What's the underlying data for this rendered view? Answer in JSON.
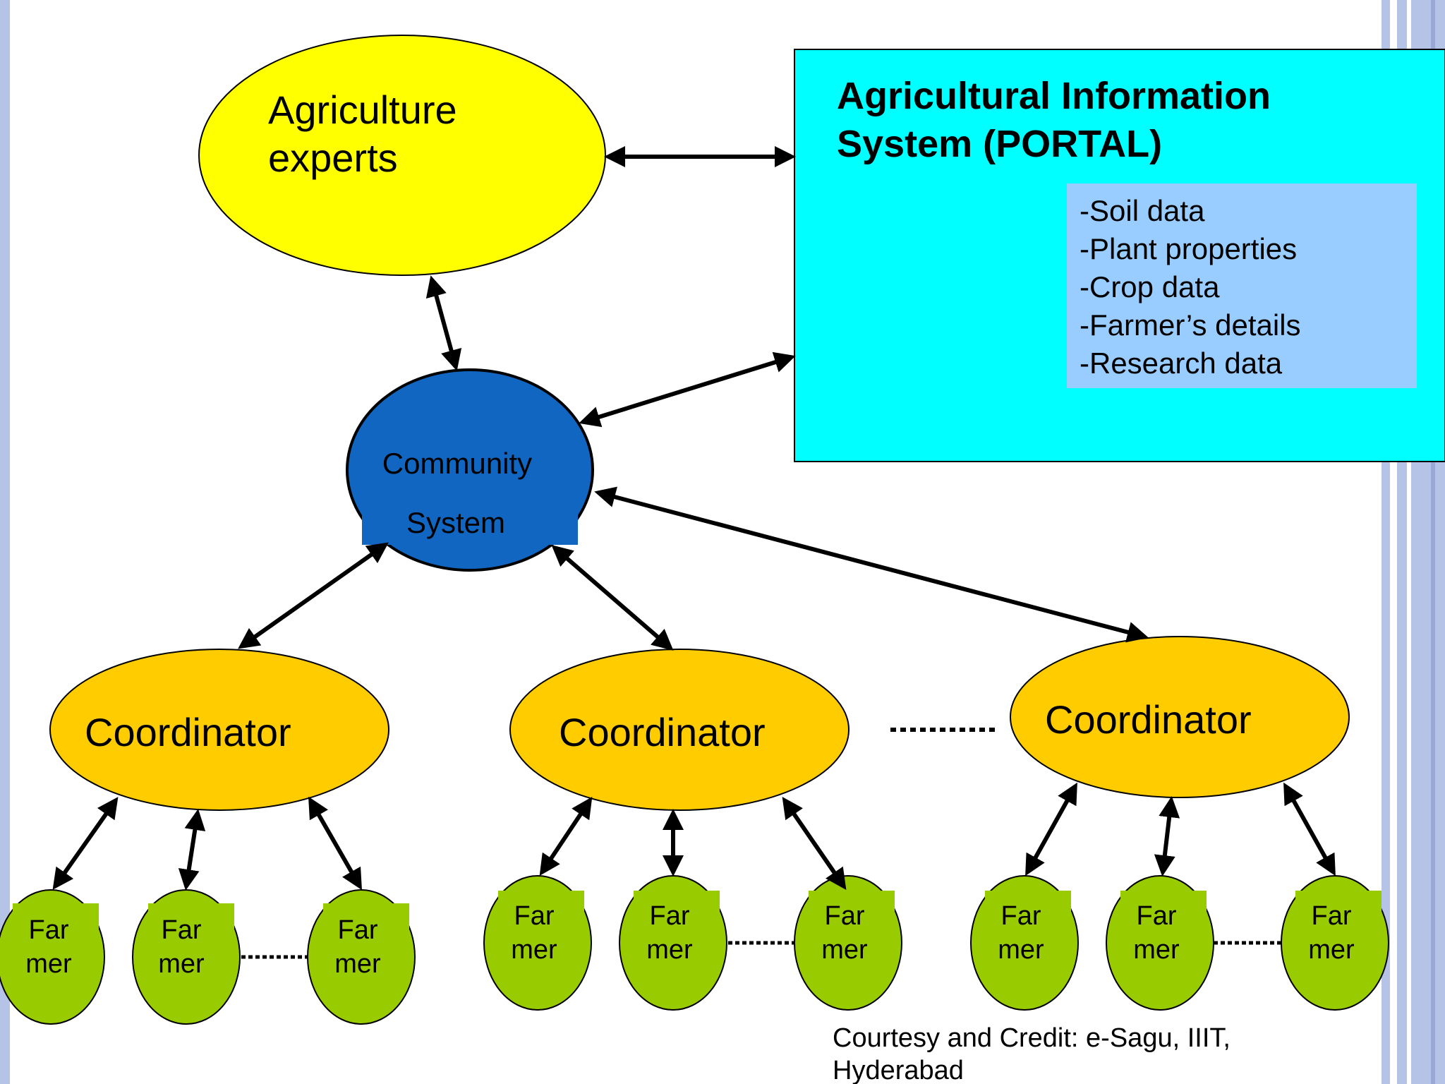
{
  "experts": {
    "line1": "Agriculture",
    "line2": "experts"
  },
  "portal": {
    "title_line1": "Agricultural Information",
    "title_line2": "System (PORTAL)",
    "items": [
      "-Soil data",
      "-Plant properties",
      "-Crop data",
      "-Farmer’s details",
      "-Research data"
    ]
  },
  "community": {
    "line1": "Community",
    "line2": "System"
  },
  "coordinators": [
    {
      "label": "Coordinator"
    },
    {
      "label": "Coordinator"
    },
    {
      "label": "Coordinator"
    }
  ],
  "farmer": {
    "line1": "Far",
    "line2": "mer"
  },
  "credit": {
    "line1": "Courtesy and Credit: e-Sagu, IIIT,",
    "line2": "Hyderabad"
  },
  "colors": {
    "experts_fill": "#ffff00",
    "portal_fill": "#00ffff",
    "portal_list_fill": "#99ccff",
    "community_fill": "#1166c2",
    "coordinator_fill": "#ffcc00",
    "farmer_fill": "#99cc00",
    "slide_border": "#b4c3e6"
  }
}
